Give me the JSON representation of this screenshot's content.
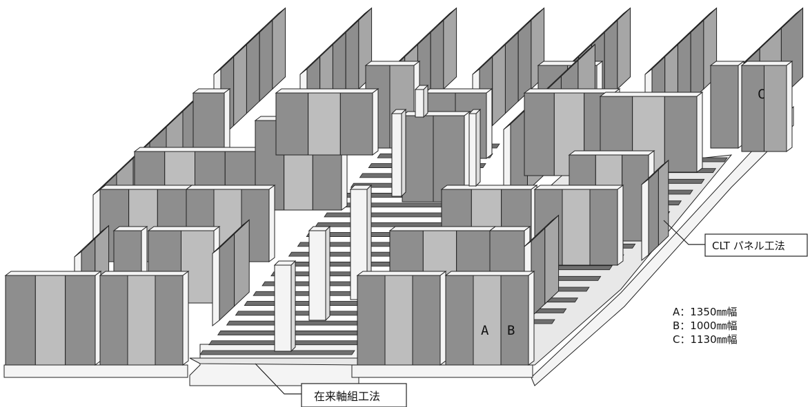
{
  "callouts": {
    "clt": "CLT パネル工法",
    "zairai": "在来軸組工法"
  },
  "panel_letters": {
    "a": "A",
    "b": "B",
    "c": "C"
  },
  "legend": [
    "A：1350㎜幅",
    "B：1000㎜幅",
    "C：1130㎜幅"
  ],
  "colors": {
    "panel_dark": "#8e8e8e",
    "panel_mid": "#a6a6a6",
    "panel_light": "#bdbdbd",
    "edge_white": "#f4f4f4",
    "joist_dark": "#6f6f6f",
    "floor_gap": "#f2f2f2",
    "stroke": "#222222"
  }
}
